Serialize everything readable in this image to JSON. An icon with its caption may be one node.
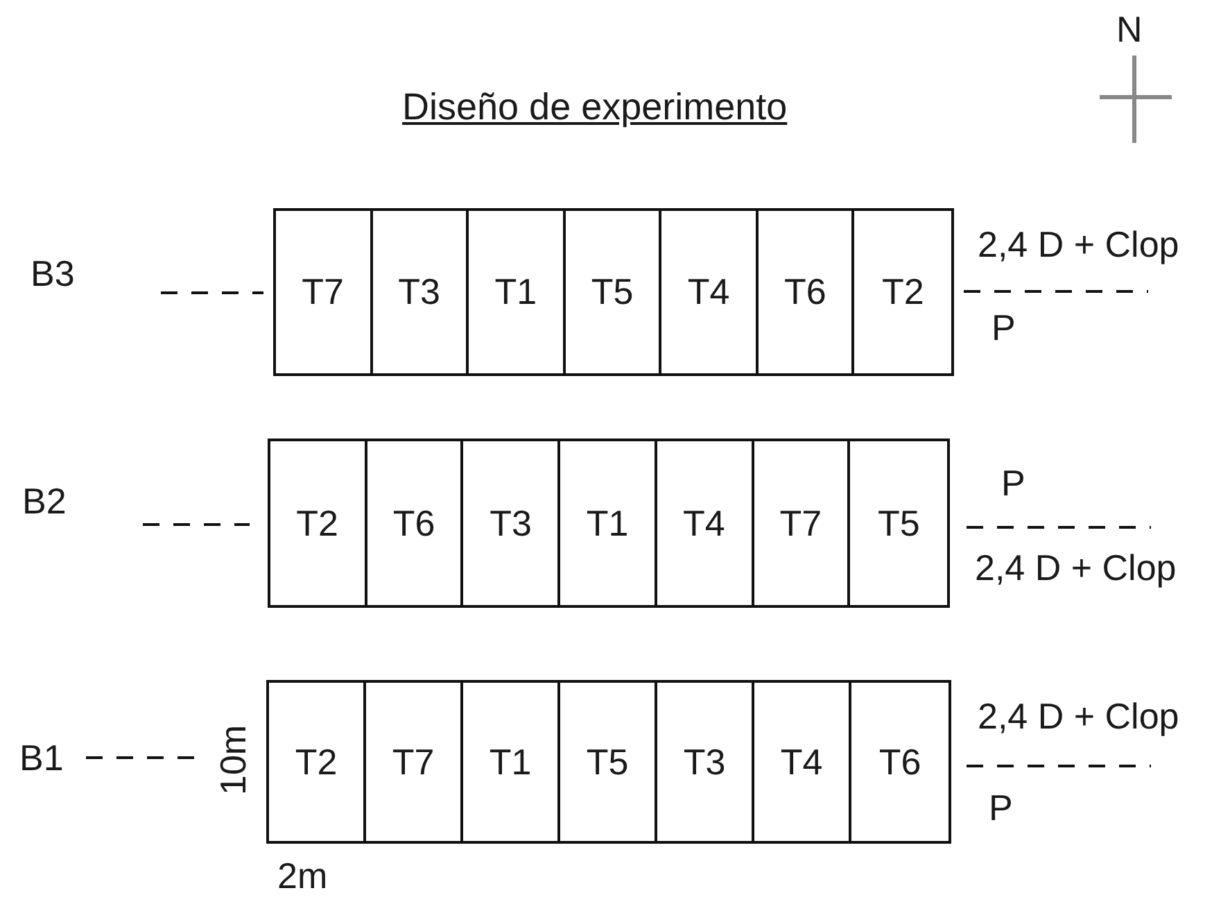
{
  "diagram": {
    "title": "Diseño de experimento",
    "nodes": [
      {
        "text": [],
        "shape": "box"
      },
      {
        "text": [
          "T7"
        ],
        "in": 0
      },
      {
        "text": [
          "T3"
        ],
        "in": 0
      },
      {
        "text": [
          "T1"
        ],
        "in": 0
      },
      {
        "text": [
          "T5"
        ],
        "in": 0
      },
      {
        "text": [
          "T4"
        ],
        "in": 0
      },
      {
        "text": [
          "T6"
        ],
        "in": 0
      },
      {
        "text": [
          "T2"
        ],
        "in": 0
      },
      {
        "text": [],
        "shape": "box"
      },
      {
        "text": [
          "T2"
        ],
        "in": 8
      },
      {
        "text": [
          "T6"
        ],
        "in": 8
      },
      {
        "text": [
          "T3"
        ],
        "in": 8
      },
      {
        "text": [
          "T1"
        ],
        "in": 8
      },
      {
        "text": [
          "T4"
        ],
        "in": 8
      },
      {
        "text": [
          "T7"
        ],
        "in": 8
      },
      {
        "text": [
          "T5"
        ],
        "in": 8
      },
      {
        "text": [],
        "shape": "box"
      },
      {
        "text": [
          "T2"
        ],
        "in": 16
      },
      {
        "text": [
          "T7"
        ],
        "in": 16
      },
      {
        "text": [
          "T1"
        ],
        "in": 16
      },
      {
        "text": [
          "T5"
        ],
        "in": 16
      },
      {
        "text": [
          "T3"
        ],
        "in": 16
      },
      {
        "text": [
          "T4"
        ],
        "in": 16
      },
      {
        "text": [
          "T6"
        ],
        "in": 16
      }
    ],
    "labels": [
      "N",
      "B3",
      "2,4 D + Clop",
      "P",
      "B2",
      "P",
      "2,4 D + Clop",
      "B1",
      "2,4 D + Clop",
      "10m",
      "P",
      "2m"
    ]
  }
}
